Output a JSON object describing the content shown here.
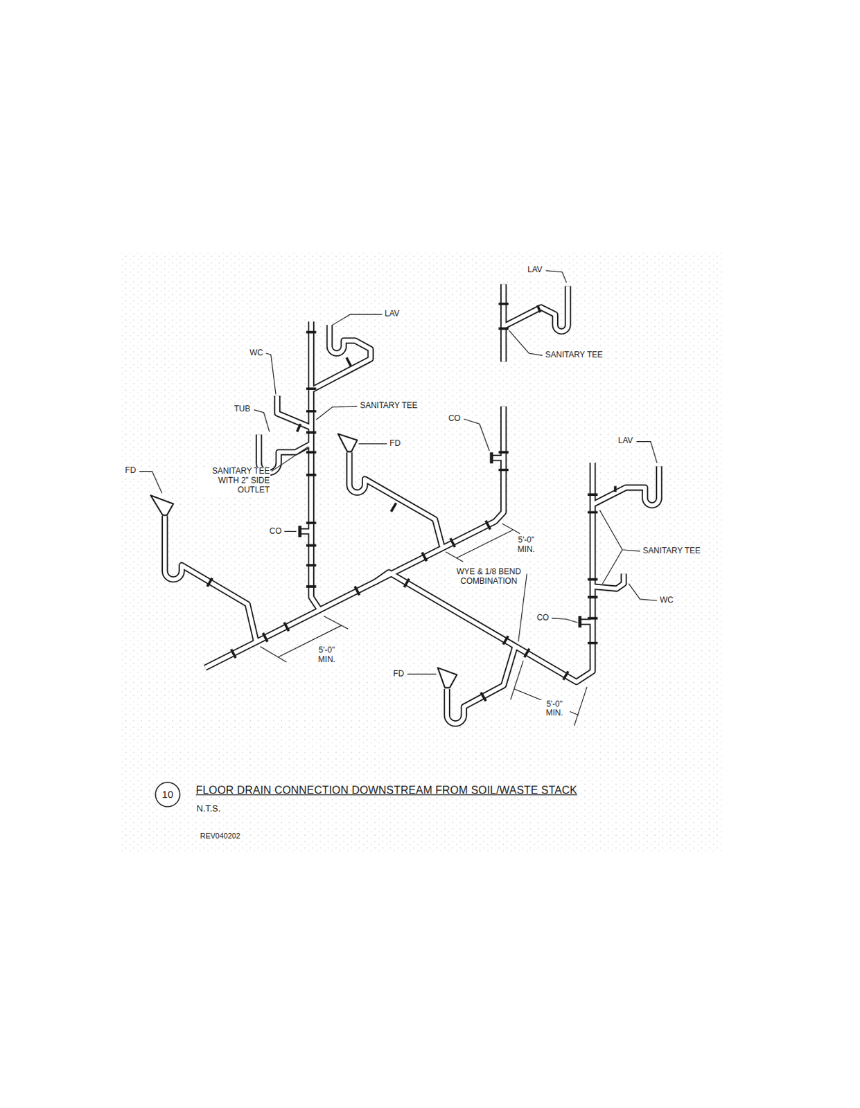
{
  "diagram": {
    "title": "FLOOR DRAIN CONNECTION DOWNSTREAM FROM SOIL/WASTE STACK",
    "nodes": [
      {
        "text": [
          "10"
        ]
      }
    ],
    "labels": [
      "LAV",
      "LAV",
      "WC",
      "SANITARY TEE",
      "SANITARY TEE",
      "TUB",
      "CO",
      "LAV",
      "FD",
      "FD",
      "SANITARY TEE WITH 2\" SIDE OUTLET",
      "CO",
      "5'-0\" MIN.",
      "SANITARY TEE",
      "WYE & 1/8 BEND COMBINATION",
      "WC",
      "CO",
      "5'-0\" MIN.",
      "FD",
      "5'-0\" MIN.",
      "N.T.S.",
      "REV040202"
    ]
  }
}
